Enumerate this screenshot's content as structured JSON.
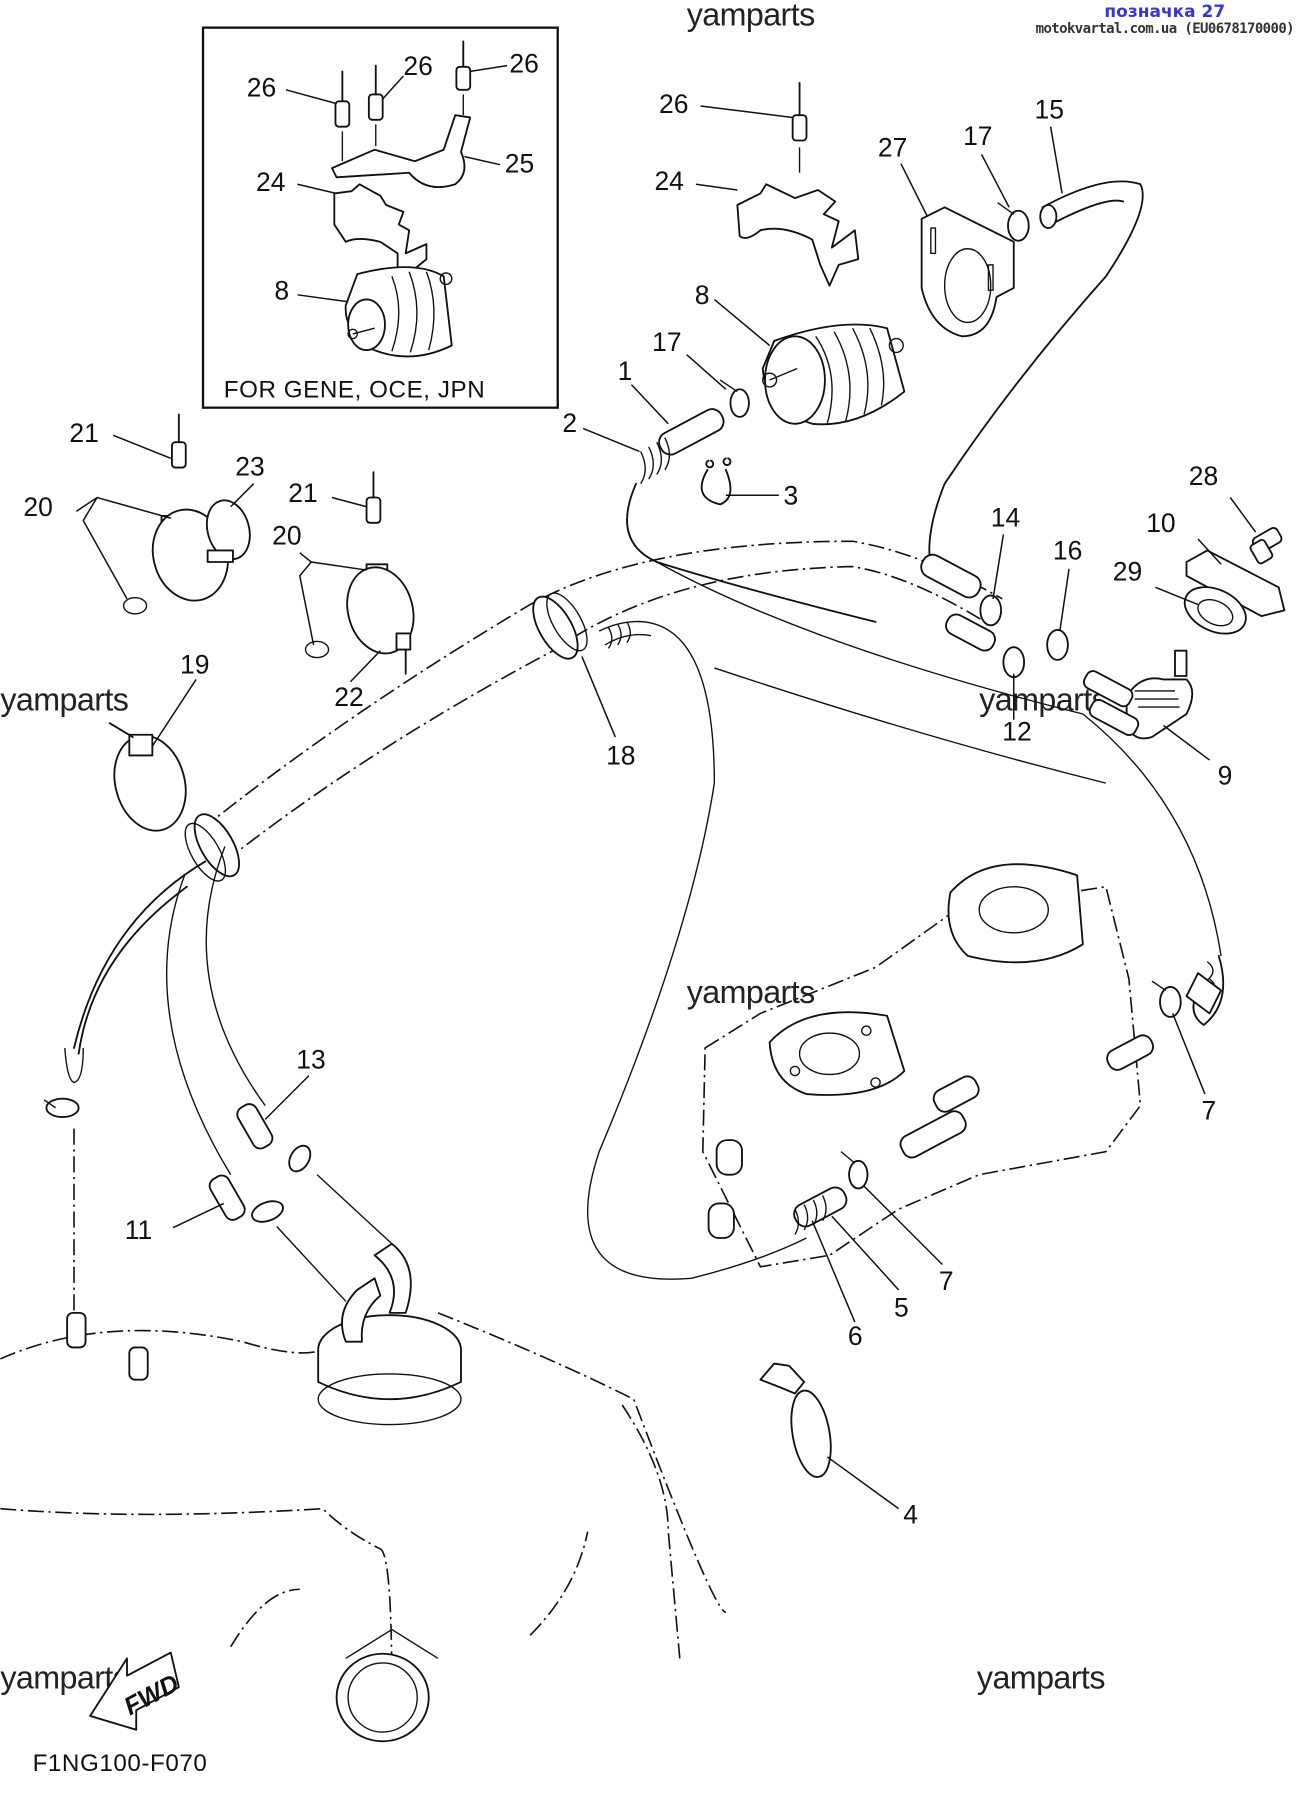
{
  "header": {
    "tag": "позначка 27",
    "site": "motokvartal.com.ua (EU0678170000)"
  },
  "watermarks": {
    "top_center": "yamparts",
    "left_mid": "yamparts",
    "right_mid": "yamparts",
    "center": "yamparts",
    "bottom_left": "yamparts",
    "bottom_right": "yamparts"
  },
  "inset": {
    "note": "FOR GENE, OCE, JPN",
    "callouts": [
      "26",
      "26",
      "26",
      "25",
      "24",
      "8"
    ]
  },
  "callouts": {
    "c1": "1",
    "c2": "2",
    "c3": "3",
    "c4": "4",
    "c5": "5",
    "c6": "6",
    "c7a": "7",
    "c7b": "7",
    "c8": "8",
    "c9": "9",
    "c10": "10",
    "c11": "11",
    "c12": "12",
    "c13": "13",
    "c14": "14",
    "c15": "15",
    "c16": "16",
    "c17a": "17",
    "c17b": "17",
    "c18": "18",
    "c19": "19",
    "c20a": "20",
    "c20b": "20",
    "c21a": "21",
    "c21b": "21",
    "c22": "22",
    "c23": "23",
    "c24": "24",
    "c26": "26",
    "c27": "27",
    "c28": "28",
    "c29": "29"
  },
  "direction_marker": "FWD",
  "diagram_code": "F1NG100-F070"
}
